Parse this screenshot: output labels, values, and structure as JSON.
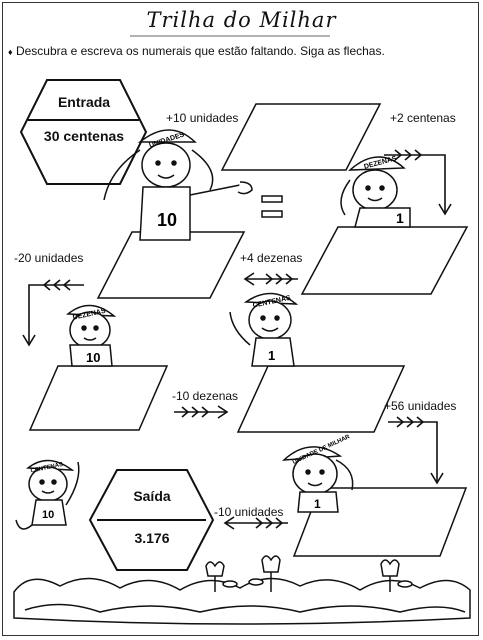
{
  "title": "Trilha do Milhar",
  "instruction_bullet": "♦",
  "instruction": "Descubra e escreva os numerais que estão faltando. Siga as flechas.",
  "start": {
    "label": "Entrada",
    "value": "30 centenas"
  },
  "end": {
    "label": "Saída",
    "value": "3.176"
  },
  "steps": [
    {
      "label": "+10 unidades"
    },
    {
      "label": "+2 centenas"
    },
    {
      "label": "+4 dezenas"
    },
    {
      "label": "-20 unidades"
    },
    {
      "label": "-10 dezenas"
    },
    {
      "label": "+56 unidades"
    },
    {
      "label": "-10 unidades"
    }
  ],
  "cap_labels": {
    "girl_top": "UNIDADES",
    "girl_right": "DEZENAS",
    "boy_left": "DEZENAS",
    "boy_mid": "CENTENAS",
    "girl_bottom": "UNIDADE DE MILHAR",
    "kid_bottom_left": "CENTENAS"
  },
  "shirt_numbers": {
    "girl_top": "10",
    "girl_right": "1",
    "boy_left": "10",
    "boy_mid": "1",
    "girl_bottom": "1",
    "kid_bottom_left": "10"
  }
}
